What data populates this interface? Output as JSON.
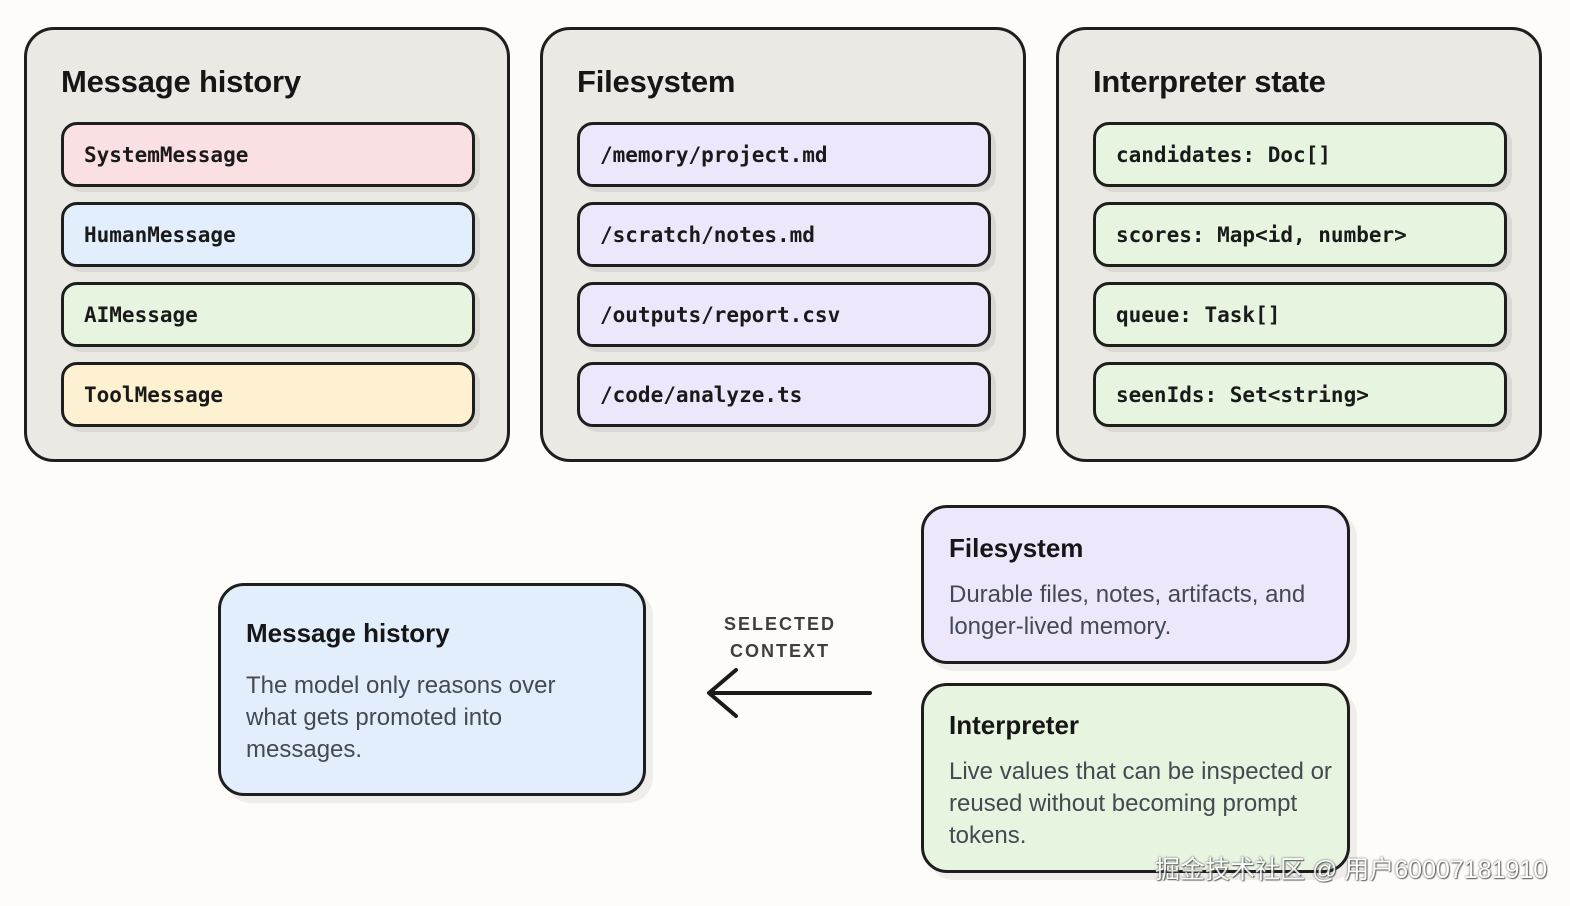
{
  "panels": [
    {
      "title": "Message history",
      "items": [
        {
          "label": "SystemMessage",
          "color": "#fbe0e3"
        },
        {
          "label": "HumanMessage",
          "color": "#e2eefc"
        },
        {
          "label": "AIMessage",
          "color": "#e6f4e0"
        },
        {
          "label": "ToolMessage",
          "color": "#fdf1d2"
        }
      ]
    },
    {
      "title": "Filesystem",
      "items": [
        {
          "label": "/memory/project.md",
          "color": "#ece7fb"
        },
        {
          "label": "/scratch/notes.md",
          "color": "#ece7fb"
        },
        {
          "label": "/outputs/report.csv",
          "color": "#ece7fb"
        },
        {
          "label": "/code/analyze.ts",
          "color": "#ece7fb"
        }
      ]
    },
    {
      "title": "Interpreter state",
      "items": [
        {
          "label": "candidates: Doc[]",
          "color": "#e6f4e0"
        },
        {
          "label": "scores: Map<id, number>",
          "color": "#e6f4e0"
        },
        {
          "label": "queue: Task[]",
          "color": "#e6f4e0"
        },
        {
          "label": "seenIds: Set<string>",
          "color": "#e6f4e0"
        }
      ]
    }
  ],
  "cards": {
    "message_history": {
      "title": "Message history",
      "body": "The model only reasons over what gets promoted into messages."
    },
    "filesystem": {
      "title": "Filesystem",
      "body": "Durable files, notes, artifacts, and longer-lived memory."
    },
    "interpreter": {
      "title": "Interpreter",
      "body": "Live values that can be inspected or reused without becoming prompt tokens."
    }
  },
  "connector": {
    "label_line1": "SELECTED",
    "label_line2": "CONTEXT",
    "icon": "arrow-left-icon"
  },
  "watermark": "掘金技术社区 @ 用户60007181910"
}
